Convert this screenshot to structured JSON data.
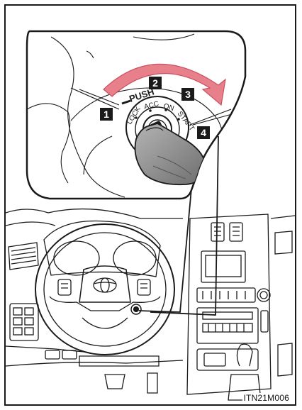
{
  "ignition": {
    "push_label": "PUSH",
    "position_labels": [
      "LOCK",
      "ACC",
      "ON",
      "START"
    ],
    "callouts": [
      "1",
      "2",
      "3",
      "4"
    ]
  },
  "figure_code": "ITN21M006",
  "colors": {
    "arrow": "#e8808b",
    "arrow_edge": "#c9505f",
    "callout_bg": "#1a1a1a",
    "callout_text": "#ffffff",
    "line": "#1a1a1a",
    "key_fill": "#8c8c8c"
  }
}
